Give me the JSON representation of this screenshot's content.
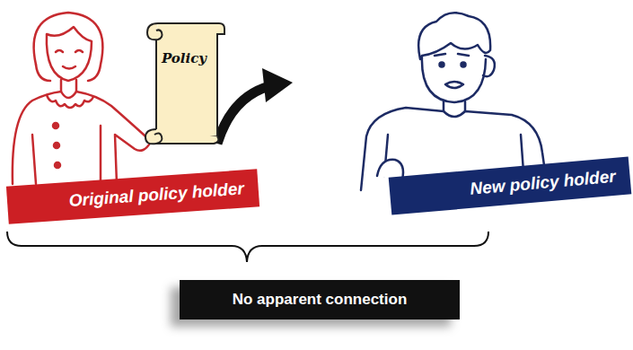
{
  "diagram": {
    "nodes": [
      {
        "text": [
          "Policy"
        ]
      },
      {
        "text": [
          "Original policy holder"
        ]
      },
      {
        "text": [
          "New policy holder"
        ]
      },
      {
        "text": [
          "No apparent connection"
        ]
      }
    ]
  }
}
